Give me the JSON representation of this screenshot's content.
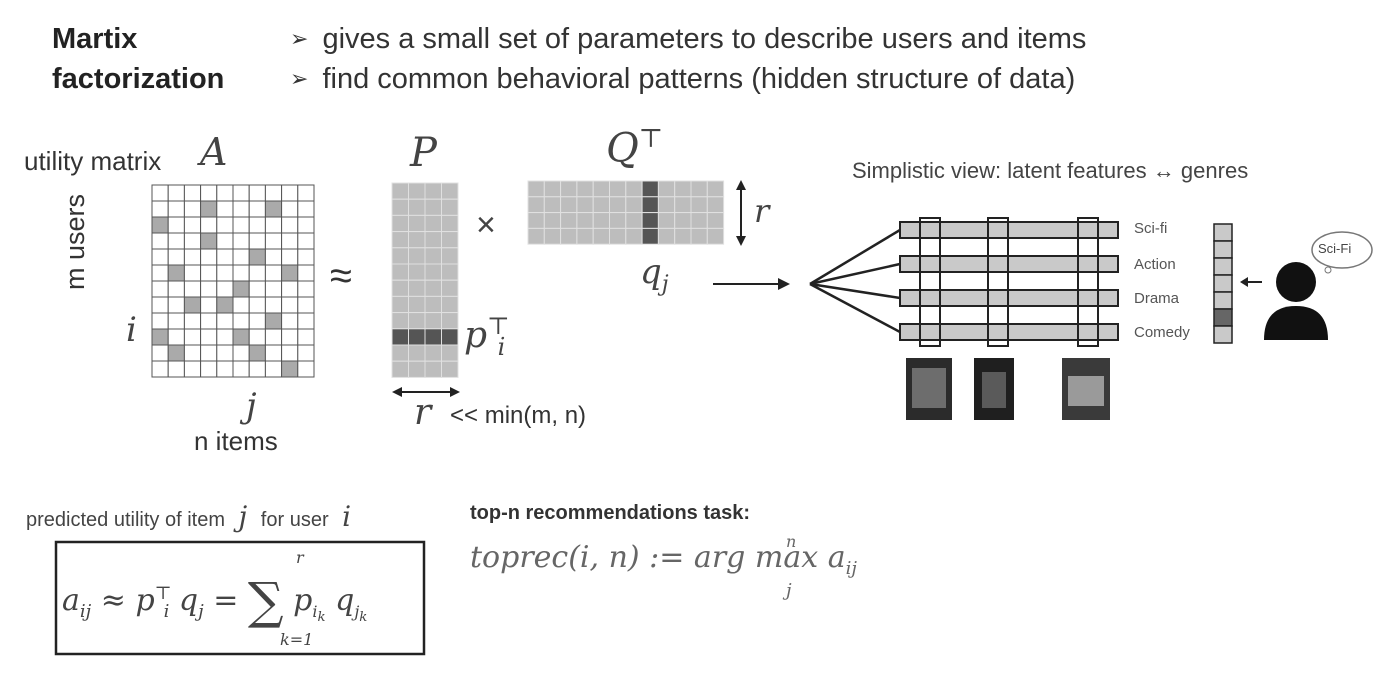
{
  "header": {
    "title_line1": "Martix",
    "title_line2": "factorization",
    "bullets": [
      "gives a small set of parameters to describe users and items",
      "find common behavioral patterns (hidden structure of data)"
    ]
  },
  "matrix_a": {
    "label": "utility matrix",
    "symbol": "A",
    "rows_label": "m users",
    "cols_label": "n items",
    "row_index": "i",
    "col_index": "j"
  },
  "approx_symbol": "≈",
  "times_symbol": "×",
  "matrix_p": {
    "symbol": "P",
    "row_label": "p",
    "row_sup": "⊤",
    "row_sub": "i",
    "width_label": "r",
    "width_note": "<< min(m, n)"
  },
  "matrix_q": {
    "symbol": "Q",
    "sup": "⊤",
    "col_label": "q",
    "col_sub": "j",
    "height_label": "r"
  },
  "simplistic_view": {
    "text_left": "Simplistic view: latent features",
    "arrow": "↔",
    "text_right": "genres",
    "genres": [
      "Sci-fi",
      "Action",
      "Drama",
      "Comedy"
    ],
    "thought": "Sci-Fi"
  },
  "prediction": {
    "label_prefix": "predicted utility of item",
    "item_symbol": "j",
    "label_mid": "for user",
    "user_symbol": "i",
    "sum_upper": "r",
    "sum_lower": "k=1"
  },
  "topn": {
    "label": "top-n recommendations task:",
    "func": "toprec(i, n) := arg max",
    "max_upper": "n",
    "max_lower": "j",
    "tail": "a",
    "tail_sub": "ij"
  }
}
